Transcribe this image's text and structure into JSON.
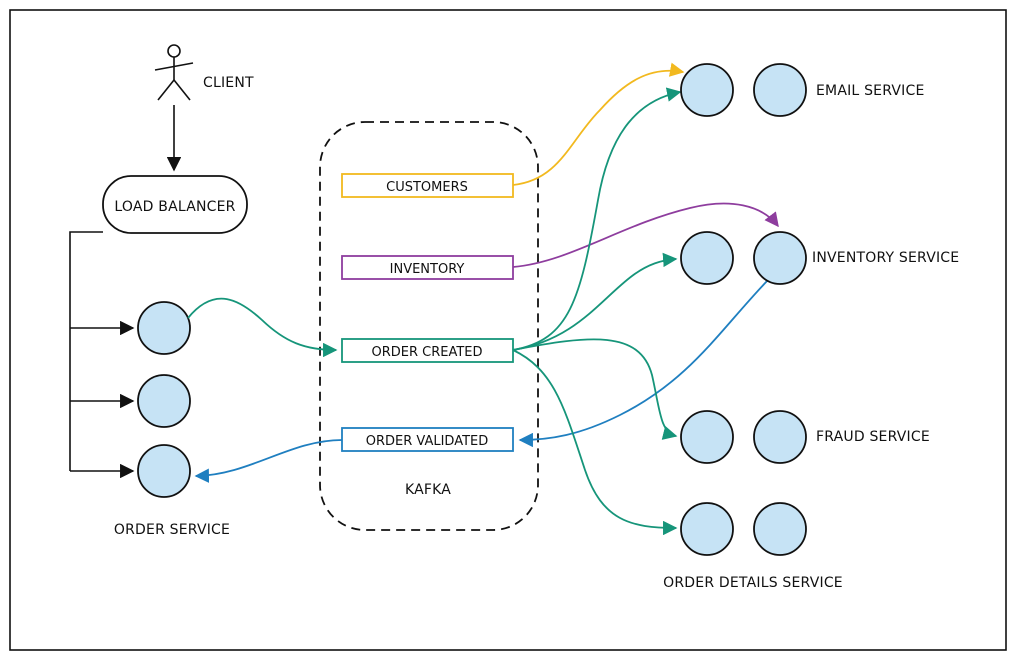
{
  "diagram": {
    "client_label": "CLIENT",
    "load_balancer_label": "LOAD BALANCER",
    "order_service_label": "ORDER SERVICE",
    "kafka_label": "KAFKA",
    "topics": {
      "customers": "CUSTOMERS",
      "inventory": "INVENTORY",
      "order_created": "ORDER CREATED",
      "order_validated": "ORDER VALIDATED"
    },
    "services": {
      "email": "EMAIL SERVICE",
      "inventory": "INVENTORY SERVICE",
      "fraud": "FRAUD SERVICE",
      "order_details": "ORDER DETAILS SERVICE"
    },
    "colors": {
      "customers": "#f2b91f",
      "inventory": "#8e3d9e",
      "order_created": "#16957a",
      "order_validated": "#1f7fc0",
      "node_fill": "#c6e3f5"
    }
  }
}
